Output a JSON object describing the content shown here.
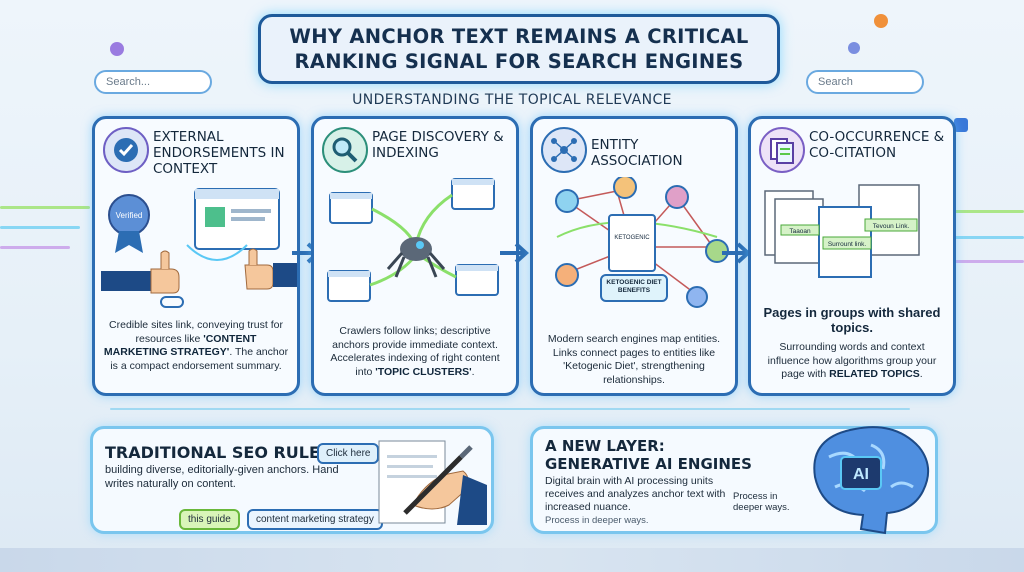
{
  "title": {
    "line1": "WHY ANCHOR TEXT REMAINS A CRITICAL",
    "line2": "RANKING SIGNAL FOR SEARCH ENGINES"
  },
  "subtitle": "UNDERSTANDING THE TOPICAL RELEVANCE",
  "search_left": {
    "placeholder": "Search..."
  },
  "search_right": {
    "placeholder": "Search"
  },
  "cards": [
    {
      "title": "EXTERNAL ENDORSEMENTS IN CONTEXT",
      "icon": "verified-check-icon",
      "badge": "Verified",
      "body_a": "Credible sites link, conveying trust for resources like ",
      "body_b": "'CONTENT MARKETING STRATEGY'",
      "body_c": ". The anchor is a compact endorsement summary."
    },
    {
      "title": "PAGE DISCOVERY & INDEXING",
      "icon": "magnifier-icon",
      "body_a": "Crawlers follow links; descriptive anchors provide immediate context. Accelerates indexing of right content into ",
      "body_b": "'TOPIC CLUSTERS'",
      "body_c": "."
    },
    {
      "title": "ENTITY ASSOCIATION",
      "icon": "network-icon",
      "doc_label": "KETOGENIC",
      "entity_label": "KETOGENIC DIET BENEFITS",
      "body_a": "Modern search engines map entities. Links connect pages to entities like 'Ketogenic Diet', strengthening relationships."
    },
    {
      "title": "CO-OCCURRENCE & CO-CITATION",
      "icon": "documents-icon",
      "doc_label1": "Taaoan",
      "doc_label2": "Surrount link.",
      "doc_label3": "Tevoun Link.",
      "heading": "Pages in groups with shared topics.",
      "body_a": "Surrounding words and context influence how algorithms group your page with ",
      "body_b": "RELATED TOPICS",
      "body_c": "."
    }
  ],
  "traditional": {
    "title": "TRADITIONAL SEO RULE",
    "body": "building diverse, editorially-given anchors. Hand writes naturally on content.",
    "pill1": "Click here",
    "pill2": "this guide",
    "pill3": "content marketing strategy"
  },
  "generative": {
    "title1": "A NEW LAYER:",
    "title2": "GENERATIVE AI ENGINES",
    "body": "Digital brain with AI processing units receives and analyzes anchor text with increased nuance.",
    "note": "Process in deeper ways.",
    "note2": "Process in deeper ways.",
    "chip": "AI"
  },
  "colors": {
    "accent": "#2c6db3",
    "glow": "#5ac8f5",
    "green": "#8be06a"
  }
}
